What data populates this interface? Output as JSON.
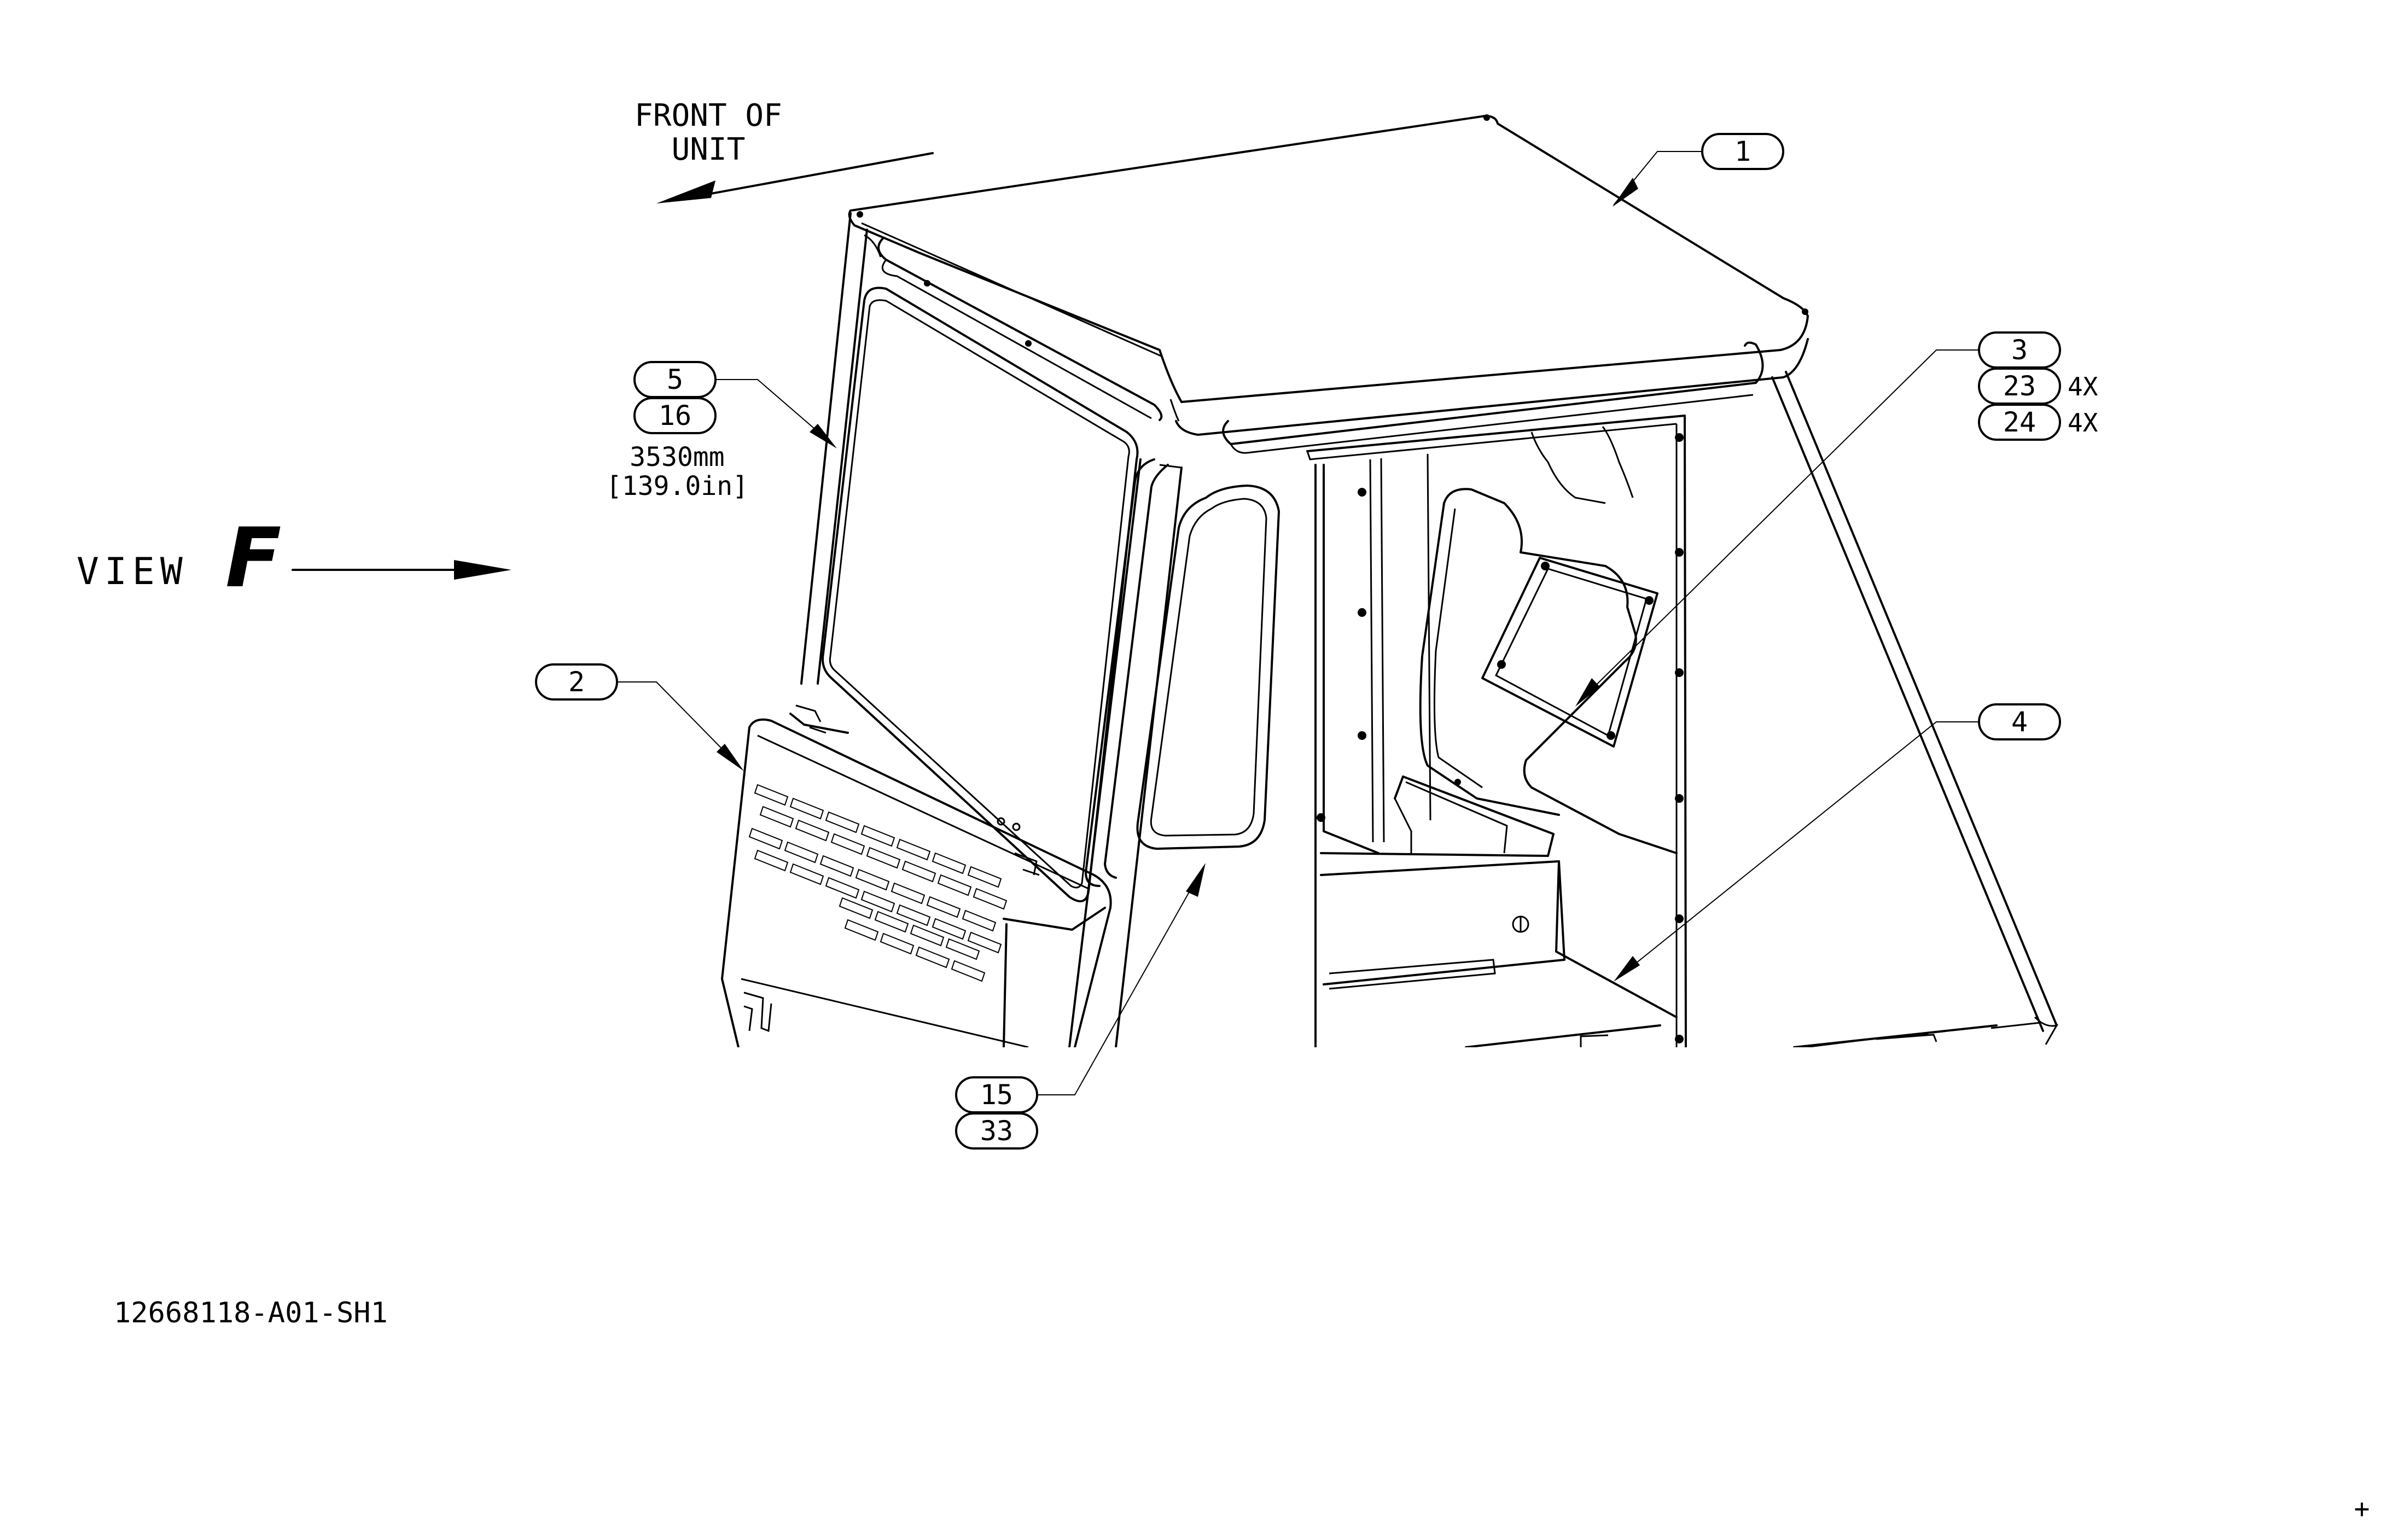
{
  "front_of_unit": {
    "line1": "FRONT OF",
    "line2": "UNIT"
  },
  "view_label": {
    "prefix": "VIEW",
    "letter": "F"
  },
  "balloons": {
    "b1": "1",
    "b2": "2",
    "b3": "3",
    "b23": "23",
    "b24": "24",
    "b4": "4",
    "b5": "5",
    "b16": "16",
    "b15": "15",
    "b33": "33"
  },
  "quantities": {
    "q23": "4X",
    "q24": "4X"
  },
  "dimension": {
    "metric": "3530mm",
    "imperial": "[139.0in]"
  },
  "drawing_id": "12668118-A01-SH1",
  "corner_mark": "+"
}
